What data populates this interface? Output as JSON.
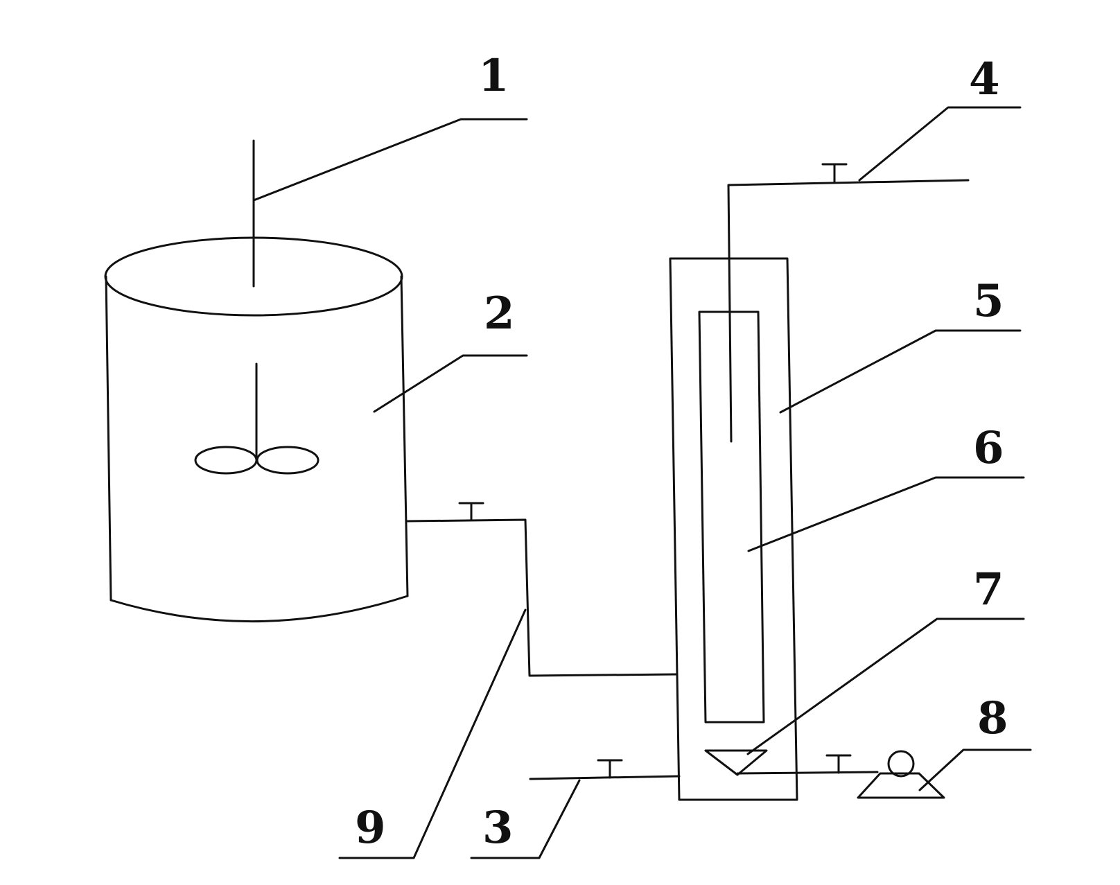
{
  "labels": {
    "agitator": "1",
    "mixing_tank": "2",
    "inlet_pipe": "3",
    "outlet_pipe": "4",
    "outer_column": "5",
    "inner_tube": "6",
    "gas_distributor": "7",
    "air_pump": "8",
    "feed_pipe": "9"
  },
  "colors": {
    "stroke": "#111111",
    "background": "#ffffff"
  }
}
